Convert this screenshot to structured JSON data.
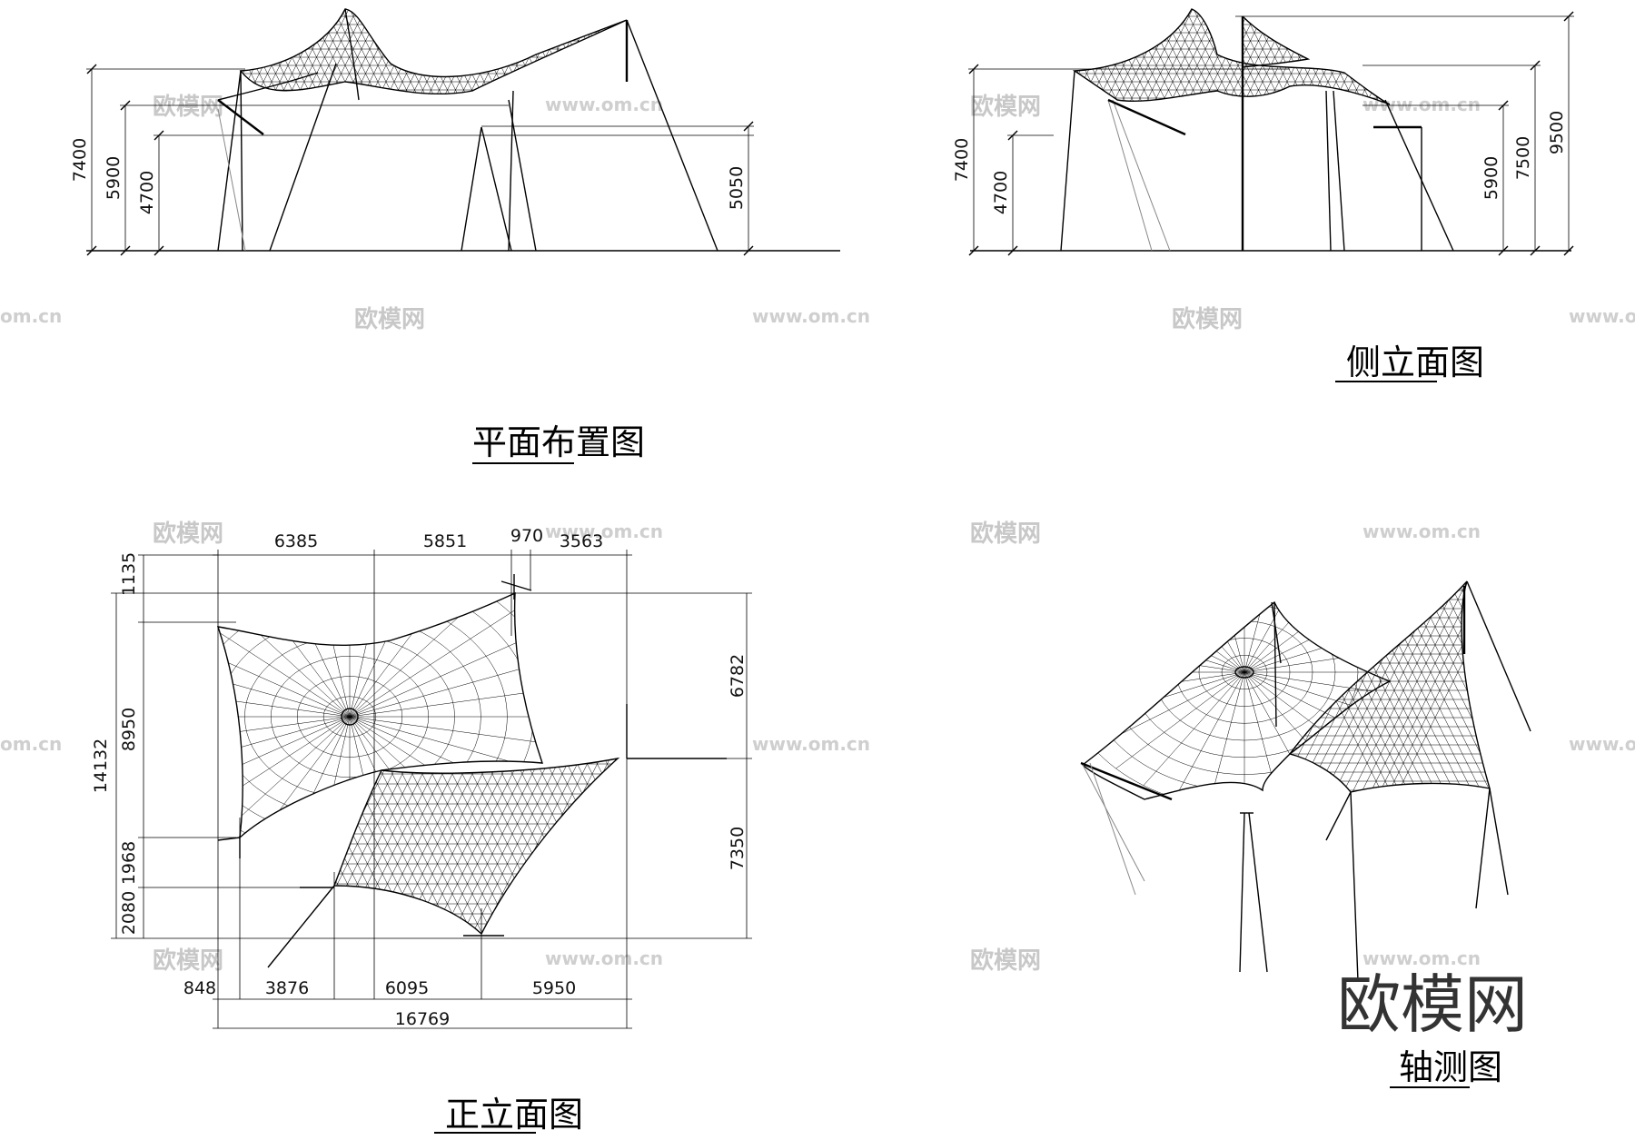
{
  "titles": {
    "plan_layout": "平面布置图",
    "side_elevation": "侧立面图",
    "front_elevation": "正立面图",
    "axonometric": "轴测图"
  },
  "dimensions": {
    "elev1_left": [
      "7400",
      "5900",
      "4700"
    ],
    "elev1_right": "5050",
    "elev2_left": [
      "7400",
      "4700"
    ],
    "elev2_right": [
      "5900",
      "7500",
      "9500"
    ],
    "plan_top": [
      "6385",
      "5851",
      "970",
      "3563"
    ],
    "plan_right": [
      "6782",
      "7350"
    ],
    "plan_left_outer": "14132",
    "plan_left_inner": [
      "1135",
      "8950",
      "1968",
      "2080"
    ],
    "plan_bottom": [
      "848",
      "3876",
      "6095",
      "5950"
    ],
    "plan_total": "16769"
  },
  "watermark": {
    "text": "欧模网",
    "url": "www.om.cn",
    "url_partial": "om.cn"
  },
  "logo": "欧模网"
}
